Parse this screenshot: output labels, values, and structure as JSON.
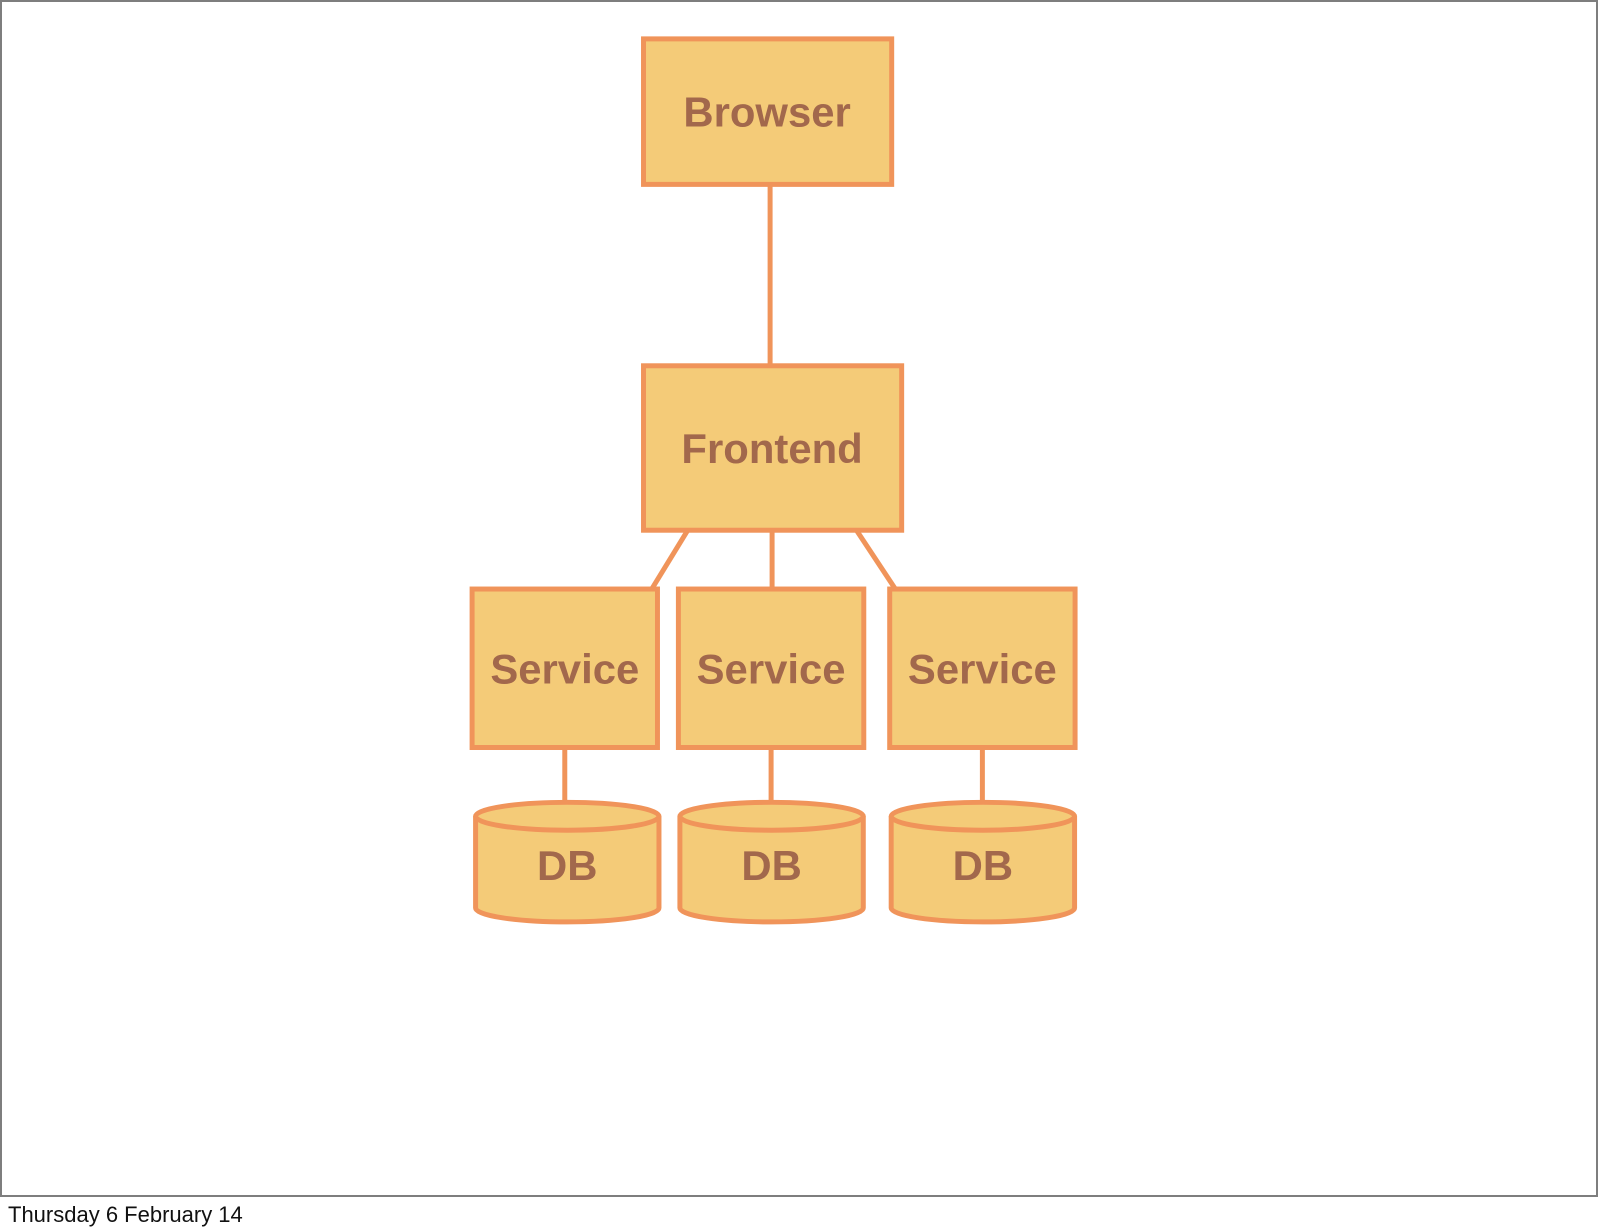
{
  "slide": {
    "diagram": {
      "browser": {
        "label": "Browser"
      },
      "frontend": {
        "label": "Frontend"
      },
      "services": [
        {
          "label": "Service"
        },
        {
          "label": "Service"
        },
        {
          "label": "Service"
        }
      ],
      "databases": [
        {
          "label": "DB"
        },
        {
          "label": "DB"
        },
        {
          "label": "DB"
        }
      ]
    },
    "colors": {
      "node_fill": "#F4CB78",
      "node_stroke": "#F0945A",
      "node_text": "#A2684C",
      "slide_border": "#7E7E7E",
      "footer_text": "#111111",
      "background": "#FFFFFF"
    }
  },
  "footer": {
    "date_text": "Thursday 6 February 14"
  }
}
